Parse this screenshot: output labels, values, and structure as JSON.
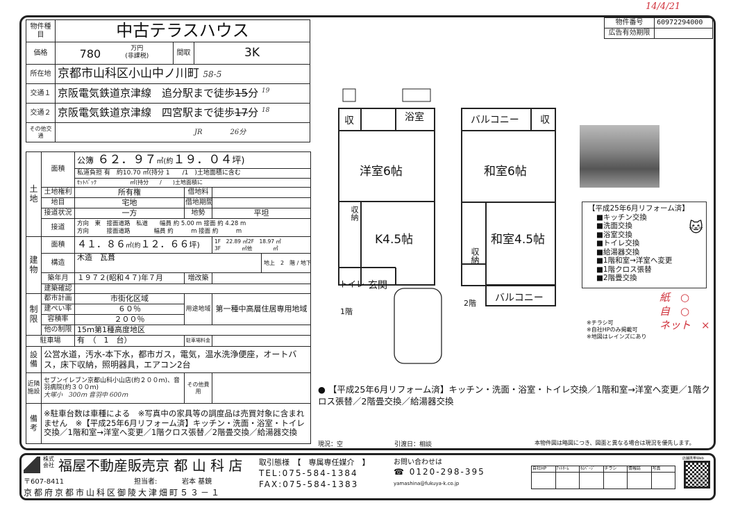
{
  "header": {
    "type_label": "物件種目",
    "type": "中古テラスハウス",
    "price_label": "価格",
    "price": "780",
    "price_unit": "万円",
    "tax": "(非課税)",
    "layout_label": "間取",
    "layout": "3K",
    "address_label": "所在地",
    "address": "京都市山科区小山中ノ川町",
    "address_note": "58-5",
    "transport1_label": "交通１",
    "transport1": "京阪電気鉄道京津線　追分駅まで徒歩",
    "transport1_min": "15",
    "transport1_note": "19",
    "transport2_label": "交通２",
    "transport2": "京阪電気鉄道京津線　四宮駅まで徒歩",
    "transport2_min": "17",
    "transport2_note": "18",
    "min_unit": "分",
    "other_label": "その他交通",
    "other_note1": "JR",
    "other_note2": "26分"
  },
  "property_no": {
    "label": "物件番号",
    "value": "60972294000",
    "expiry_label": "広告有効期限",
    "stamp": "14/4/21"
  },
  "land": {
    "section": "土地",
    "area_label": "面積",
    "area_prefix": "公簿",
    "area": "６２．９７",
    "area_unit": "㎡(約",
    "area_tsubo": "１９．０４",
    "tsubo_unit": "坪)",
    "private_road": "私道負担 有",
    "private_road_area": "約10.70 ㎡(持分 1　　/1",
    "private_road_note": ")土地面積に含む",
    "setback": "ｾｯﾄﾊﾞｯｸ",
    "setback_area": "㎡(持分　　/",
    "setback_note": ")土地面積に",
    "rights_label": "土地権利",
    "rights": "所有権",
    "lease_fee_label": "借地料",
    "category_label": "地目",
    "category": "宅地",
    "lease_term_label": "借地期間",
    "road_status_label": "接道状況",
    "road_status": "一方",
    "terrain_label": "地勢",
    "terrain": "平坦",
    "road_label": "接道",
    "road1": "方向　東　接面道路　私道　　幅員 約 5.00 m 接面 約 4.28 m",
    "road2": "方向　　　接面道路　　　　幅員 約　　　m 接面 約　　　m"
  },
  "building": {
    "section": "建物",
    "area_label": "面積",
    "area": "４１．８６",
    "area_unit": "㎡(約",
    "area_tsubo": "１２．６６",
    "tsubo_unit": "坪)",
    "floor1": "1F　22.89 ㎡2F　18.97 ㎡",
    "floor3": "3F　　　　㎡他　　　　㎡",
    "structure_label": "構造",
    "structure": "木造　瓦葺",
    "floors": "地上　2　階 / 地下　　階",
    "built_label": "築年月",
    "built": "１９７２(昭和４７)年７月",
    "extension_label": "増改築",
    "confirm_label": "建築確認"
  },
  "restrictions": {
    "section": "制限",
    "city_plan_label": "都市計画",
    "city_plan": "市街化区域",
    "coverage_label": "建ぺい率",
    "coverage": "６０％",
    "far_label": "容積率",
    "far": "２００％",
    "other_label": "他の制限",
    "other": "15ｍ第1種高度地区",
    "zoning_label": "用途地域",
    "zoning": "第一種中高層住居専用地域"
  },
  "parking": {
    "label": "駐車場",
    "value": "有　（　1　台）",
    "fee_label": "駐車場料金"
  },
  "facilities": {
    "label": "設備",
    "value": "公営水道，汚水-本下水，都市ガス，電気，温水洗浄便座，オートバス，床下収納，照明器具，エアコン2台"
  },
  "nearby": {
    "label": "近隣施設",
    "value": "セブンイレブン京都山科小山店(約２００ｍ)、音羽病院(約３００ｍ)",
    "handwritten": "大塚小　300ｍ 音羽中 600ｍ",
    "cost_label": "その他費用"
  },
  "remarks": {
    "label": "備考",
    "value": "※駐車台数は車種による　※写真中の家具等の調度品は売買対象に含まれません　※【平成25年6月リフォーム済】キッチン・洗面・浴室・トイレ交換／1階和室→洋室へ変更／1階クロス張替／2階畳交換／給湯器交換"
  },
  "floorplan": {
    "f1": {
      "label": "1階",
      "rooms": [
        "収",
        "浴室",
        "洋室6帖",
        "収納",
        "K4.5帖",
        "トイレ",
        "玄関"
      ]
    },
    "f2": {
      "label": "2階",
      "rooms": [
        "バルコニー",
        "収",
        "和室6帖",
        "和室4.5帖",
        "収納",
        "バルコニー"
      ]
    }
  },
  "reform_box": {
    "title": "【平成25年6月リフォーム済】",
    "items": [
      "■キッチン交換",
      "■洗面交換",
      "■浴室交換",
      "■トイレ交換",
      "■給湯器交換",
      "■1階和室→洋室へ変更",
      "■1階クロス張替",
      "■2階畳交換"
    ]
  },
  "red_marks": [
    "紙　○",
    "自　○",
    "ネット　×"
  ],
  "notes": [
    "※チラシ可",
    "※自社HPのみ掲載可",
    "※地図はレインズにあり"
  ],
  "bullet": "● 【平成25年6月リフォーム済】キッチン・洗面・浴室・トイレ交換／1階和室→洋室へ変更／1階クロス張替／2階畳交換／給湯器交換",
  "status": {
    "current": "現況：空",
    "handover": "引渡日：相談",
    "disclaimer": "本物件図は略図につき、図面と異なる場合は現況を優先します。"
  },
  "footer": {
    "company_type": "株式会社",
    "company": "福屋不動産販売",
    "branch": "京 都 山 科 店",
    "zip": "〒607-8411",
    "staff_label": "担当者:",
    "staff": "岩本 基鏡",
    "address": "京都府京都市山科区御陵大津畑町５３－１",
    "deal_label": "取引態様　【　専属専任媒介　】",
    "tel": "TEL:075-584-1384",
    "fax": "FAX:075-584-1383",
    "inquiry": "お問い合わせは",
    "freedial": "0120-298-395",
    "email": "yamashina@fukuya-k.co.jp",
    "media": [
      "自社HP",
      "ｱｯﾄﾎｰﾑ",
      "ﾎﾑﾍﾟｰｼﾞ",
      "チラシ",
      "情報誌",
      "写真"
    ],
    "qr_label": "店舗携帯Web"
  }
}
